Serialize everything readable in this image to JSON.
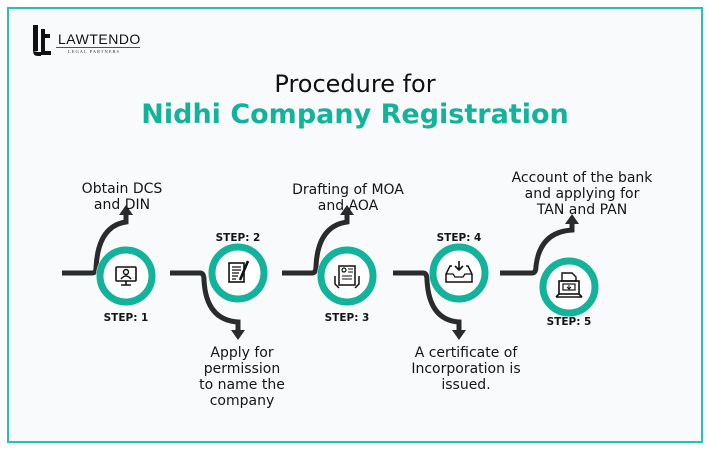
{
  "logo": {
    "name": "LAWTENDO",
    "tagline": "LEGAL PARTNERS"
  },
  "title": {
    "line1": "Procedure for",
    "line2": "Nidhi Company Registration"
  },
  "colors": {
    "accent": "#12b39a",
    "border": "#22c4ad",
    "line": "#2b2b2b",
    "background": "#f8fafc"
  },
  "steps": [
    {
      "label": "STEP: 1",
      "text": [
        "Obtain DCS",
        "and DIN"
      ],
      "icon": "monitor-user-icon",
      "direction": "up"
    },
    {
      "label": "STEP: 2",
      "text": [
        "Apply for",
        "permission",
        "to name the",
        "company"
      ],
      "icon": "document-pen-icon",
      "direction": "down"
    },
    {
      "label": "STEP: 3",
      "text": [
        "Drafting of MOA",
        "and AOA"
      ],
      "icon": "id-document-hands-icon",
      "direction": "up"
    },
    {
      "label": "STEP: 4",
      "text": [
        "A certificate of",
        "Incorporation is",
        "issued."
      ],
      "icon": "inbox-download-icon",
      "direction": "down"
    },
    {
      "label": "STEP: 5",
      "text": [
        "Account of the bank",
        "and applying for",
        "TAN and PAN"
      ],
      "icon": "laptop-document-icon",
      "direction": "up"
    }
  ]
}
